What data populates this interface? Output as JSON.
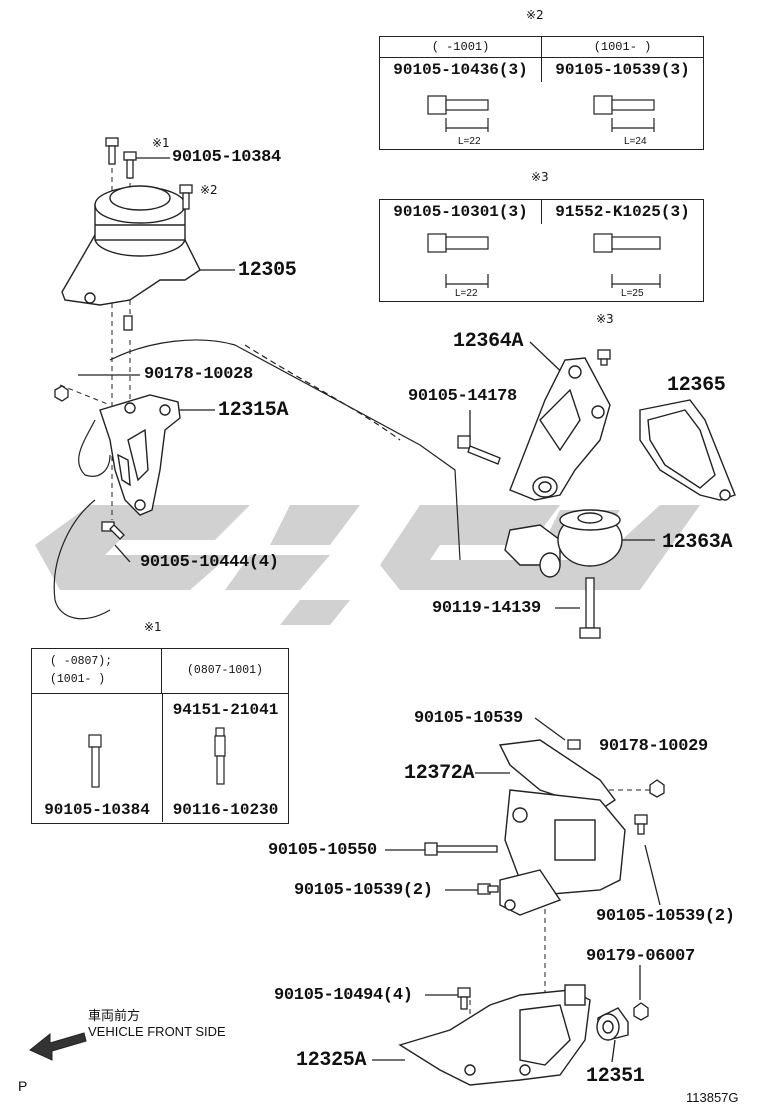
{
  "diagram_id": "113857G",
  "page_letter": "P",
  "direction": {
    "jp": "車両前方",
    "en": "VEHICLE FRONT SIDE"
  },
  "marks": {
    "m1": "※1",
    "m2": "※2",
    "m3": "※3"
  },
  "table_2": {
    "mark": "※2",
    "headers": [
      "(      -1001)",
      "(1001-      )"
    ],
    "parts": [
      "90105-10436(3)",
      "90105-10539(3)"
    ],
    "lengths": [
      "L=22",
      "L=24"
    ]
  },
  "table_3": {
    "mark": "※3",
    "parts": [
      "90105-10301(3)",
      "91552-K1025(3)"
    ],
    "lengths": [
      "L=22",
      "L=25"
    ]
  },
  "table_1": {
    "mark": "※1",
    "header_left_1": "(      -0807);",
    "header_left_2": "(1001-      )",
    "header_right": "(0807-1001)",
    "right_top_part": "94151-21041",
    "bottom_parts": [
      "90105-10384",
      "90116-10230"
    ]
  },
  "labels": {
    "p_90105_10384": "90105-10384",
    "p_12305": "12305",
    "p_90178_10028": "90178-10028",
    "p_12315A": "12315A",
    "p_90105_10444": "90105-10444(4)",
    "p_12364A": "12364A",
    "p_90105_14178": "90105-14178",
    "p_12365": "12365",
    "p_12363A": "12363A",
    "p_90119_14139": "90119-14139",
    "p_90105_10539_a": "90105-10539",
    "p_90178_10029": "90178-10029",
    "p_12372A": "12372A",
    "p_90105_10550": "90105-10550",
    "p_90105_10539_2a": "90105-10539(2)",
    "p_90105_10539_2b": "90105-10539(2)",
    "p_90179_06007": "90179-06007",
    "p_90105_10494": "90105-10494(4)",
    "p_12325A": "12325A",
    "p_12351": "12351"
  },
  "colors": {
    "line": "#222222",
    "watermark": "#c8c8c8"
  }
}
